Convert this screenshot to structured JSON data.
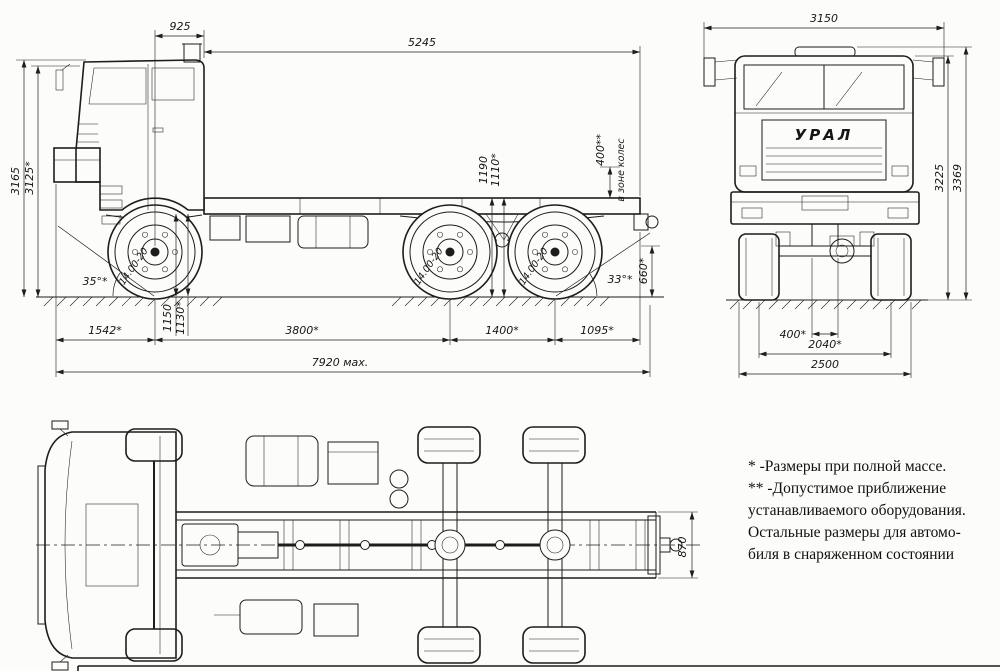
{
  "side_view": {
    "dims": {
      "cab_to_axle": "925",
      "frame_length": "5245",
      "overall_height": "3165",
      "overall_height_laden": "3125*",
      "frame_height": "1190",
      "frame_height_laden": "1110*",
      "equipment_clearance": "400**",
      "equipment_clearance_zone": "в зоне колес",
      "approach_angle": "35°*",
      "departure_angle": "33°*",
      "rear_frame_height": "660*",
      "front_frame_height": "1150",
      "front_frame_height_laden": "1130*",
      "front_overhang": "1542*",
      "wheelbase": "3800*",
      "bogie_base": "1400*",
      "rear_overhang": "1095*",
      "overall_length": "7920 мах."
    },
    "tire_size": "14.00-20"
  },
  "front_view": {
    "dims": {
      "width_over_mirrors": "3150",
      "cab_height": "3225",
      "overall_height": "3369",
      "frame_rail_spacing": "400*",
      "track_width": "2040*",
      "overall_width": "2500"
    },
    "grille_text": "УРАЛ"
  },
  "top_view": {
    "dims": {
      "frame_width": "870"
    }
  },
  "notes": {
    "line1": "* -Размеры при полной массе.",
    "line2": "** -Допустимое приближение",
    "line3": "устанавливаемого оборудования.",
    "line4": "Остальные размеры для автомо-",
    "line5": "биля в снаряженном состоянии"
  }
}
